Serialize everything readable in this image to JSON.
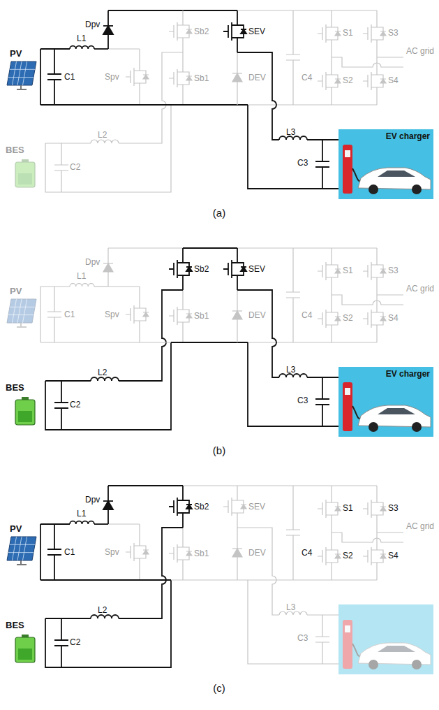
{
  "diagram": {
    "nodes": [
      {
        "text": [
          "EV charger"
        ]
      },
      {
        "text": [
          "EV charger"
        ]
      }
    ],
    "labels": [
      "Dpv",
      "L1",
      "Sb2",
      "SEV",
      "S1",
      "S3",
      "C4",
      "AC grid",
      "PV",
      "C1",
      "Spv",
      "Sb1",
      "DEV",
      "S2",
      "S4",
      "L2",
      "BES",
      "C2",
      "L3",
      "C3",
      "(a)",
      "Dpv",
      "L1",
      "Sb2",
      "SEV",
      "S1",
      "S3",
      "C4",
      "AC grid",
      "PV",
      "C1",
      "Spv",
      "Sb1",
      "DEV",
      "S2",
      "S4",
      "L2",
      "BES",
      "C2",
      "L3",
      "C3",
      "(b)",
      "Dpv",
      "L1",
      "Sb2",
      "SEV",
      "S1",
      "S3",
      "C4",
      "AC grid",
      "PV",
      "C1",
      "Spv",
      "Sb1",
      "DEV",
      "S2",
      "S4",
      "L2",
      "BES",
      "C2",
      "L3",
      "C3",
      "(c)"
    ]
  }
}
